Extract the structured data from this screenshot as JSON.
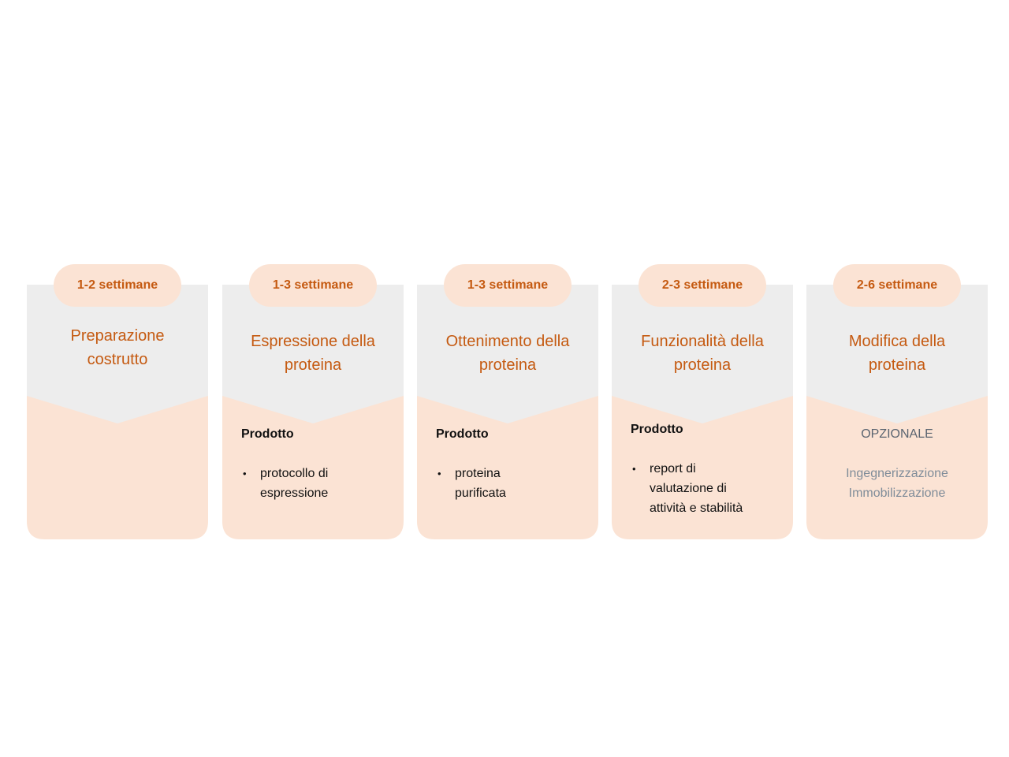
{
  "colors": {
    "card_top": "#ededed",
    "card_bottom": "#fbe3d4",
    "pill": "#fbe3d4",
    "accent": "#c55a11",
    "body_text": "#111111",
    "optional_heading": "#5a6470",
    "optional_items": "#7f8c99"
  },
  "steps": [
    {
      "duration": "1-2 settimane",
      "title_lines": [
        "Preparazione",
        "costrutto"
      ]
    },
    {
      "duration": "1-3 settimane",
      "title_lines": [
        "Espressione della",
        "proteina"
      ],
      "product_heading": "Prodotto",
      "product_lines": [
        "protocollo di",
        "espressione"
      ]
    },
    {
      "duration": "1-3 settimane",
      "title_lines": [
        "Ottenimento della",
        "proteina"
      ],
      "product_heading": "Prodotto",
      "product_lines": [
        "proteina",
        "purificata"
      ]
    },
    {
      "duration": "2-3 settimane",
      "title_lines": [
        "Funzionalità della",
        "proteina"
      ],
      "product_heading": "Prodotto",
      "product_lines": [
        "report di",
        "valutazione di",
        "attività e stabilità"
      ]
    },
    {
      "duration": "2-6 settimane",
      "title_lines": [
        "Modifica della",
        "proteina"
      ],
      "optional_heading": "OPZIONALE",
      "optional_items": [
        "Ingegnerizzazione",
        "Immobilizzazione"
      ]
    }
  ]
}
